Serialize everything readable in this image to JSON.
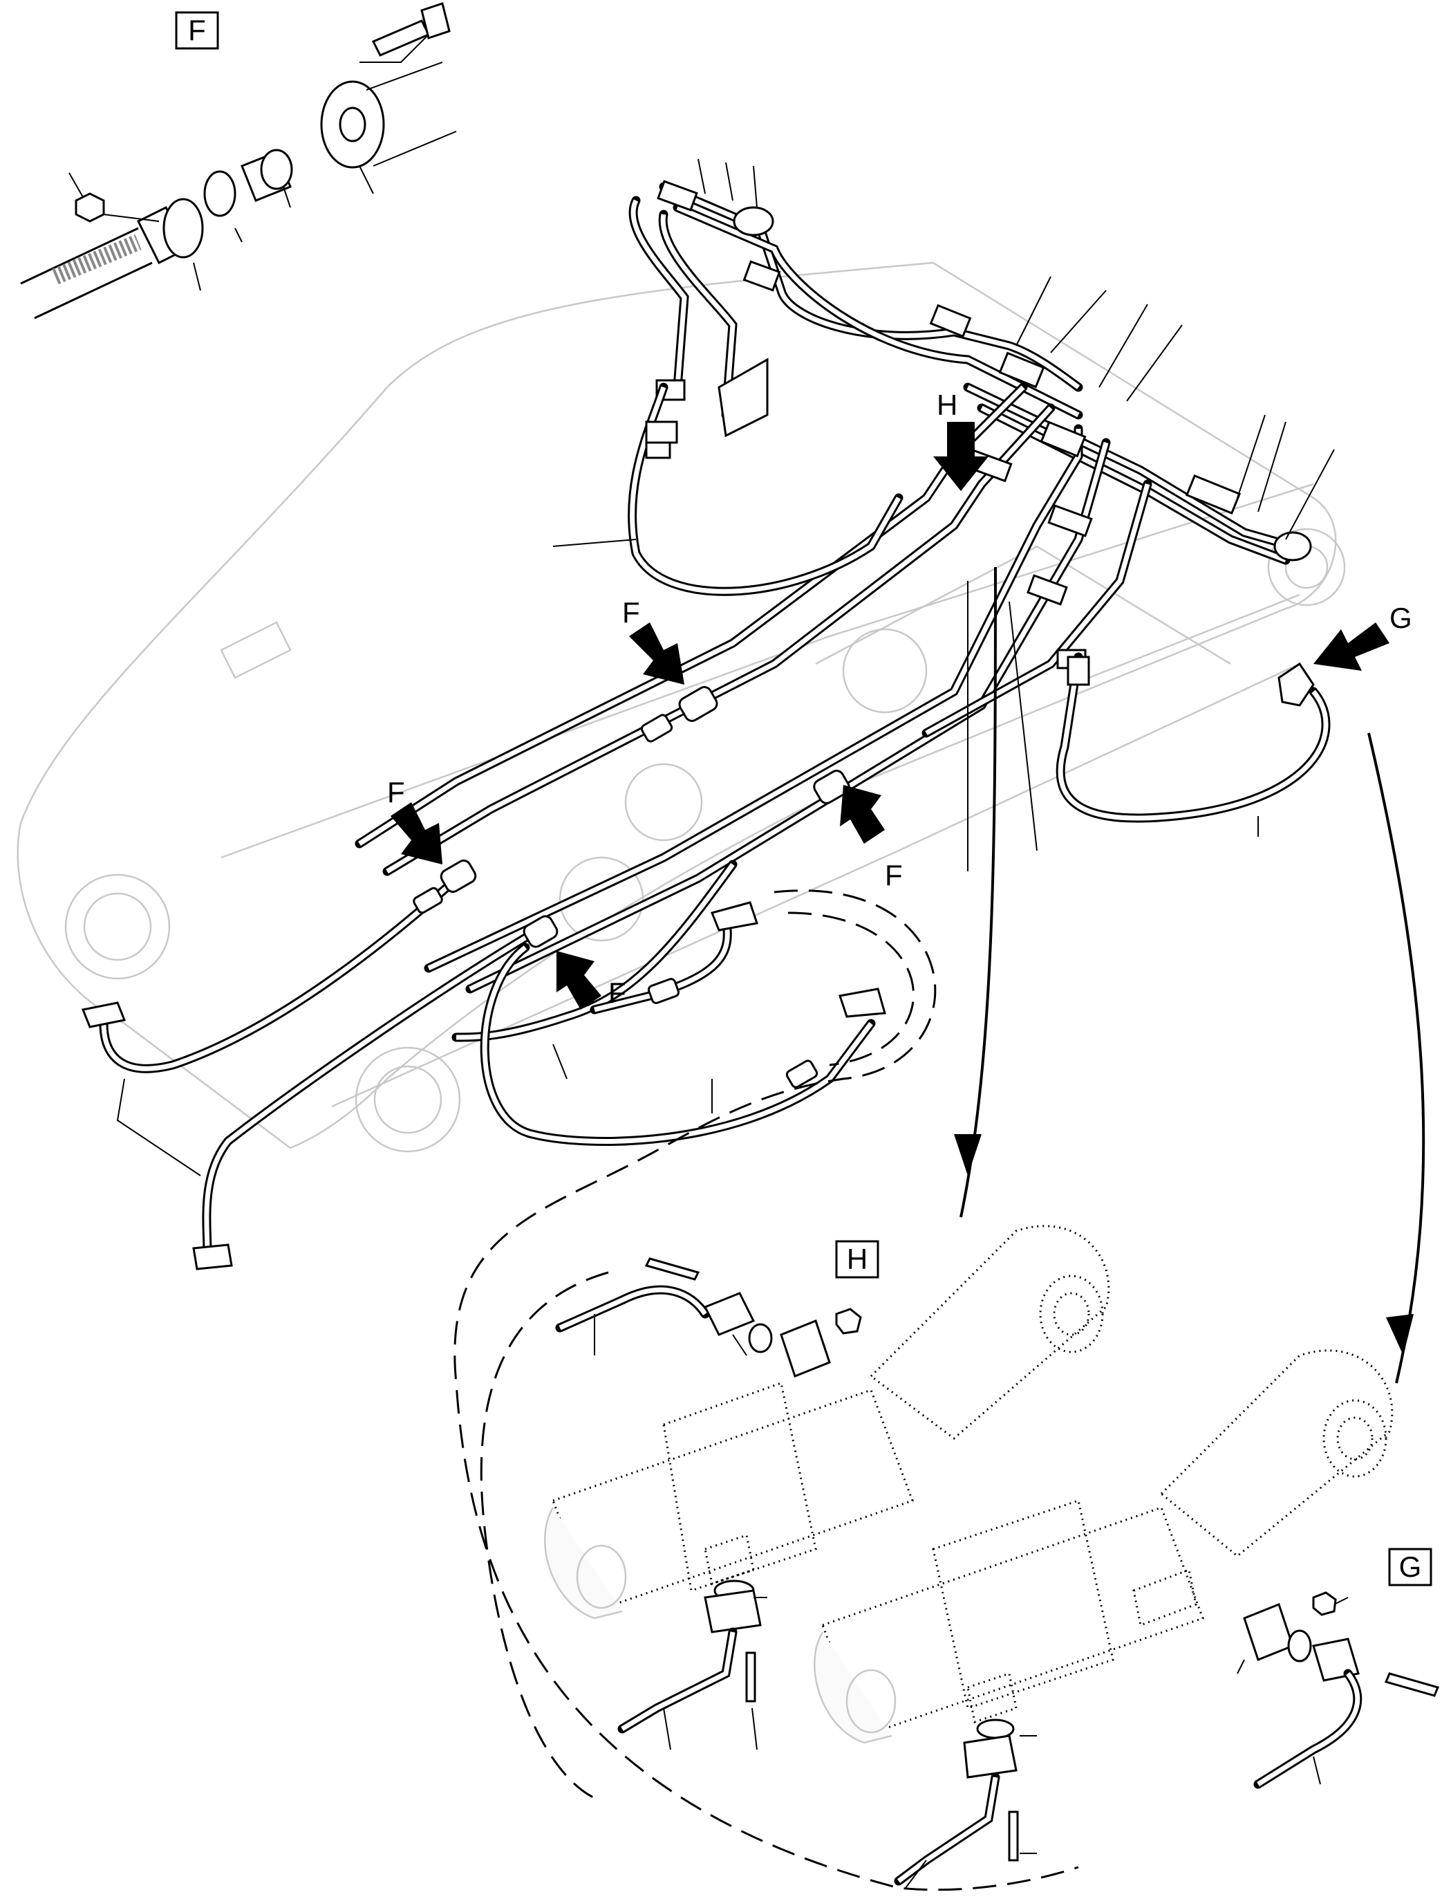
{
  "callouts": {
    "box_f": "F",
    "box_h": "H",
    "box_g": "G",
    "arrow_h": "H",
    "arrow_g": "G",
    "arrow_f1": "F",
    "arrow_f2": "F",
    "arrow_f3": "F",
    "arrow_f4": "F"
  },
  "icons": {
    "direction_arrow": "filled-arrow-icon",
    "flange": "flange-icon",
    "bolt": "bolt-icon",
    "o_ring": "o-ring-icon"
  }
}
